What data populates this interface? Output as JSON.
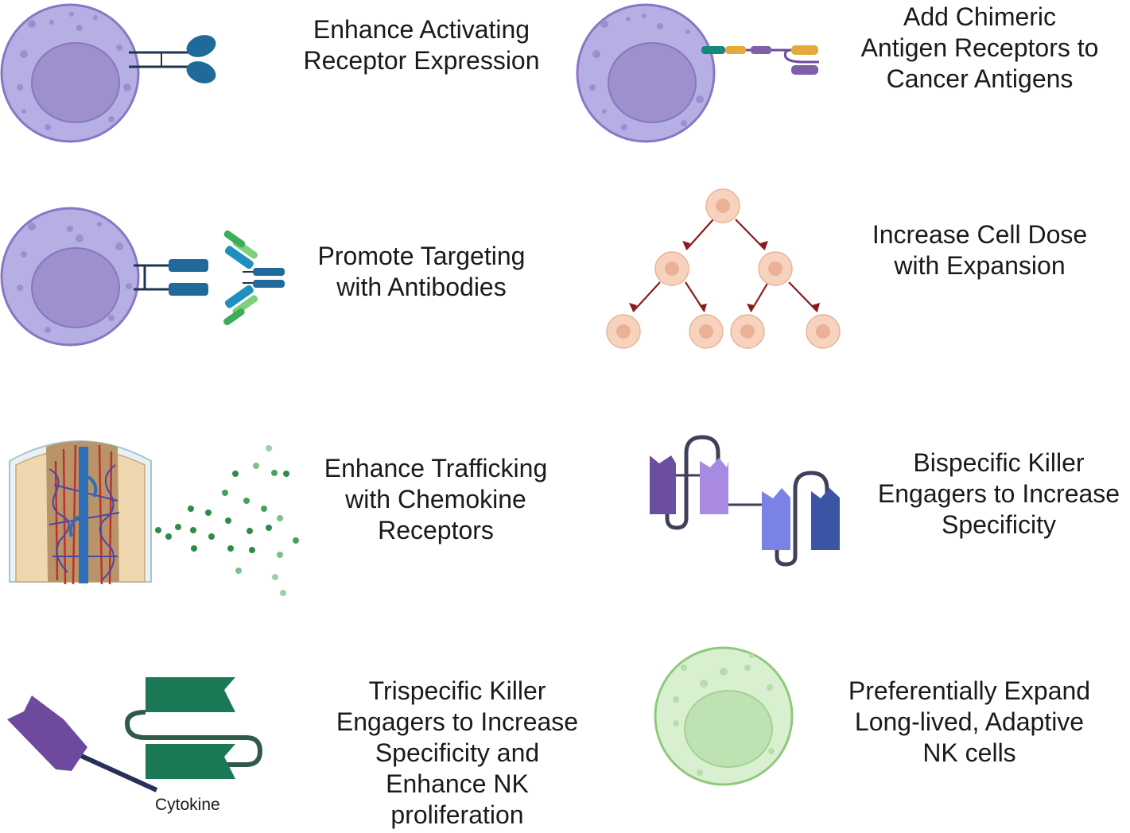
{
  "strategies": [
    {
      "id": "activating-receptor",
      "lines": [
        "Enhance Activating",
        "Receptor Expression"
      ]
    },
    {
      "id": "car",
      "lines": [
        "Add Chimeric",
        "Antigen Receptors to",
        "Cancer Antigens"
      ]
    },
    {
      "id": "antibodies",
      "lines": [
        "Promote Targeting",
        "with Antibodies"
      ]
    },
    {
      "id": "cell-dose",
      "lines": [
        "Increase Cell Dose",
        "with Expansion"
      ]
    },
    {
      "id": "chemokine",
      "lines": [
        "Enhance Trafficking",
        "with Chemokine",
        "Receptors"
      ]
    },
    {
      "id": "bike",
      "lines": [
        "Bispecific Killer",
        "Engagers to Increase",
        "Specificity"
      ]
    },
    {
      "id": "trike",
      "lines": [
        "Trispecific Killer",
        "Engagers to Increase",
        "Specificity and",
        "Enhance NK",
        "proliferation"
      ]
    },
    {
      "id": "adaptive-nk",
      "lines": [
        "Preferentially Expand",
        "Long-lived, Adaptive",
        "NK cells"
      ]
    }
  ],
  "labels": {
    "cytokine": "Cytokine"
  },
  "colors": {
    "nk_cell_fill": "#b4aee4",
    "nk_cell_stroke": "#8c78c8",
    "nucleus_fill": "#9b8fcb",
    "receptor_blue": "#1e6595",
    "expansion_cell": "#f6d0b8",
    "expansion_arrow": "#8b1a1a",
    "adaptive_cell": "#d6f0cc",
    "adaptive_stroke": "#8cc87c",
    "chemokine_dot": "#2e8b4a",
    "trike_green": "#1b7a55",
    "trike_purple": "#6e4a9e"
  }
}
